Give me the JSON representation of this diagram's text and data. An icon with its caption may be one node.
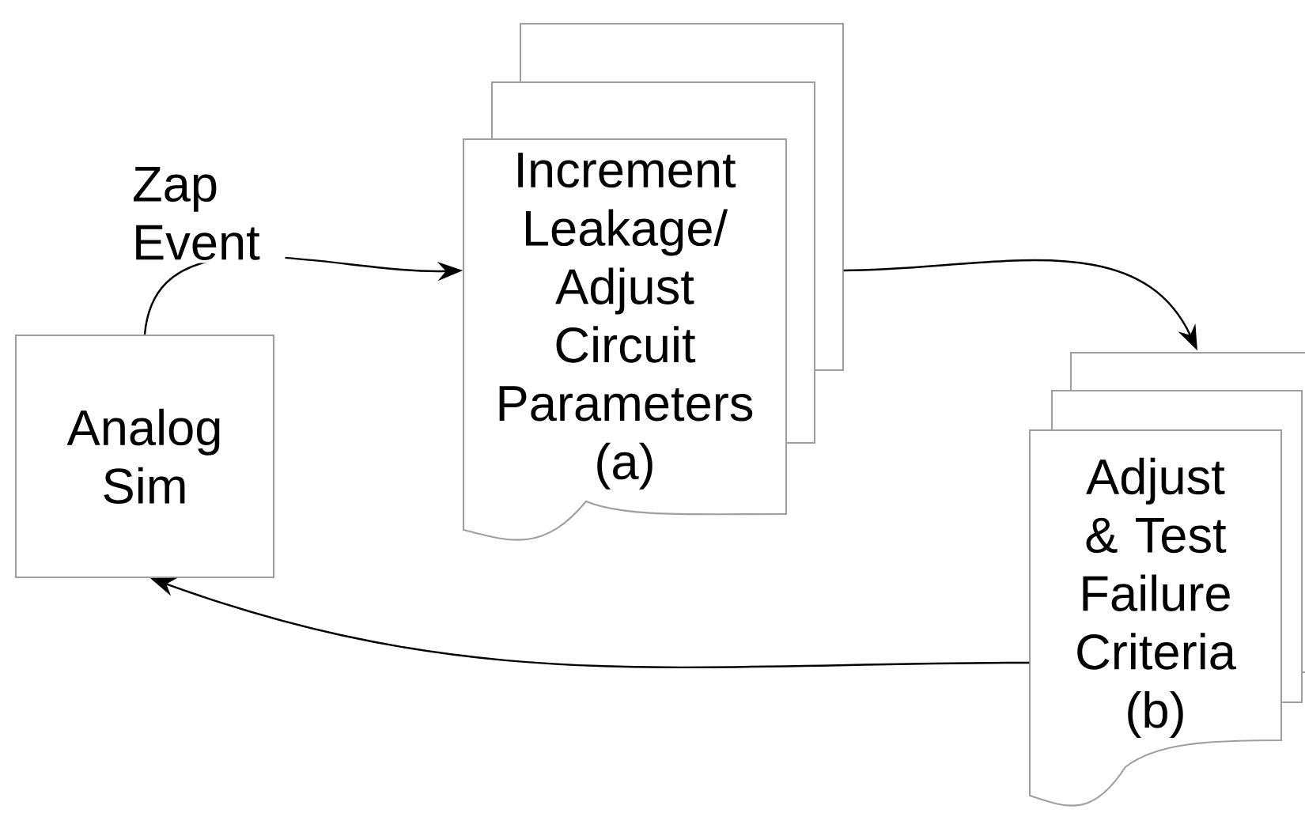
{
  "diagram": {
    "nodes": [
      {
        "text": [
          "Analog Sim"
        ]
      },
      {
        "text": [
          "Increment Leakage/ Adjust Circuit Parameters (a)"
        ]
      },
      {
        "text": [
          "Adjust & Test Failure Criteria (b)"
        ]
      }
    ],
    "edges": [
      {
        "from": 0,
        "to": 1,
        "arrow": "to",
        "label": "Zap Event"
      },
      {
        "from": 1,
        "to": 2,
        "arrow": "to"
      },
      {
        "from": 2,
        "to": 0,
        "arrow": "to"
      }
    ]
  }
}
